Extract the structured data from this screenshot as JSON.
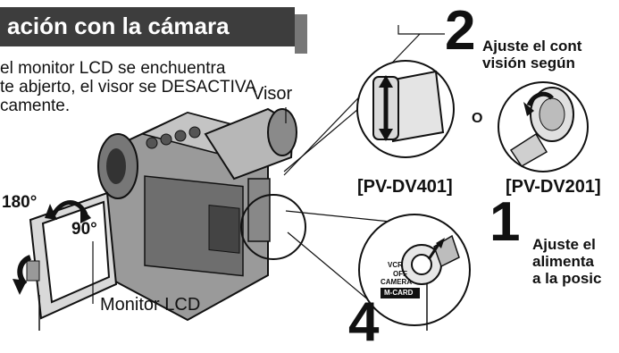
{
  "header": {
    "title": "ación con la cámara"
  },
  "intro": {
    "line1": "el monitor LCD se enchuentra",
    "line2": "te abjerto, el visor se DESACTIVA",
    "line3": "camente."
  },
  "labels": {
    "visor": "Visor",
    "deg180": "180°",
    "deg90": "90°",
    "monitor_lcd": "Monitor LCD",
    "o": "O",
    "pv401": "[PV-DV401]",
    "pv201": "[PV-DV201]"
  },
  "steps": {
    "step2": {
      "num": "2",
      "line1": "Ajuste el cont",
      "line2": "visión según"
    },
    "step1": {
      "num": "1",
      "line1": "Ajuste el",
      "line2": "alimenta",
      "line3": "a la posic"
    },
    "step4": {
      "num": "4"
    }
  },
  "switch": {
    "vcr": "VCR",
    "off": "OFF",
    "camera": "CAMERA",
    "mcard": "M-CARD"
  }
}
